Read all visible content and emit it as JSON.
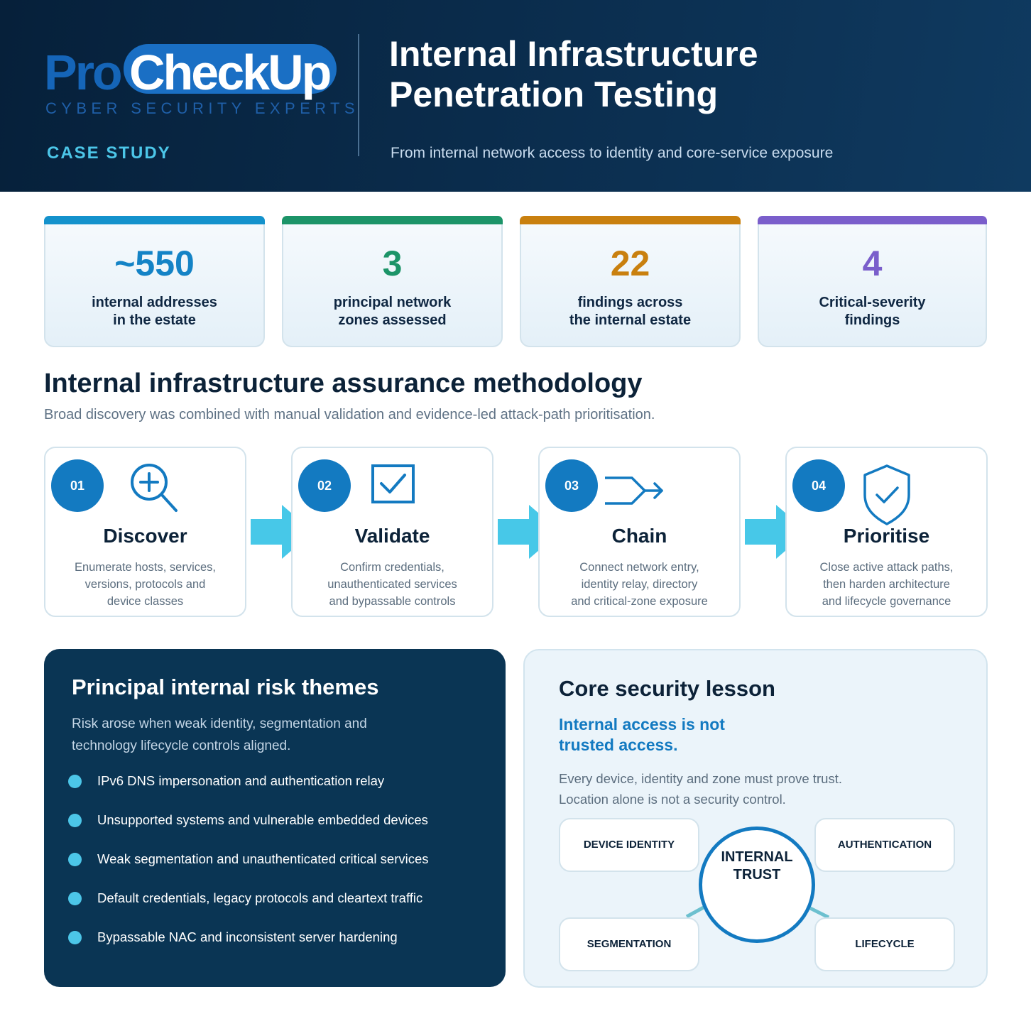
{
  "header": {
    "logo": {
      "pro": "Pro",
      "checkup": "CheckUp",
      "tagline": "CYBER SECURITY EXPERTS"
    },
    "kicker": "CASE STUDY",
    "title_line1": "Internal Infrastructure",
    "title_line2": "Penetration Testing",
    "subtitle": "From internal network access to identity and core-service exposure"
  },
  "stats": [
    {
      "value": "~550",
      "label_line1": "internal addresses",
      "label_line2": "in the estate",
      "color": "#1483c6"
    },
    {
      "value": "3",
      "label_line1": "principal network",
      "label_line2": "zones assessed",
      "color": "#1c9468"
    },
    {
      "value": "22",
      "label_line1": "findings across",
      "label_line2": "the internal estate",
      "color": "#c9800f"
    },
    {
      "value": "4",
      "label_line1": "Critical-severity",
      "label_line2": "findings",
      "color": "#7a5ecb"
    }
  ],
  "methodology": {
    "title": "Internal infrastructure assurance methodology",
    "subtitle": "Broad discovery was combined with manual validation and evidence-led attack-path prioritisation.",
    "steps": [
      {
        "number": "01",
        "icon": "magnifier-plus-icon",
        "title": "Discover",
        "desc_line1": "Enumerate hosts, services,",
        "desc_line2": "versions, protocols and",
        "desc_line3": "device classes"
      },
      {
        "number": "02",
        "icon": "checkbox-icon",
        "title": "Validate",
        "desc_line1": "Confirm credentials,",
        "desc_line2": "unauthenticated services",
        "desc_line3": "and bypassable controls"
      },
      {
        "number": "03",
        "icon": "merge-arrow-icon",
        "title": "Chain",
        "desc_line1": "Connect network entry,",
        "desc_line2": "identity relay, directory",
        "desc_line3": "and critical-zone exposure"
      },
      {
        "number": "04",
        "icon": "shield-check-icon",
        "title": "Prioritise",
        "desc_line1": "Close active attack paths,",
        "desc_line2": "then harden architecture",
        "desc_line3": "and lifecycle governance"
      }
    ],
    "arrow_color": "#47c8e8"
  },
  "risks": {
    "title": "Principal internal risk themes",
    "subtitle_line1": "Risk arose when weak identity, segmentation and",
    "subtitle_line2": "technology lifecycle controls aligned.",
    "items": [
      "IPv6 DNS impersonation and authentication relay",
      "Unsupported systems and vulnerable embedded devices",
      "Weak segmentation and unauthenticated critical services",
      "Default credentials, legacy protocols and cleartext traffic",
      "Bypassable NAC and inconsistent server hardening"
    ]
  },
  "lesson": {
    "title": "Core security lesson",
    "highlight_line1": "Internal access is not",
    "highlight_line2": "trusted access.",
    "body_line1": "Every device, identity and zone must prove trust.",
    "body_line2": "Location alone is not a security control.",
    "center_line1": "INTERNAL",
    "center_line2": "TRUST",
    "pills": {
      "device_identity": "DEVICE IDENTITY",
      "authentication": "AUTHENTICATION",
      "segmentation": "SEGMENTATION",
      "lifecycle": "LIFECYCLE"
    }
  }
}
